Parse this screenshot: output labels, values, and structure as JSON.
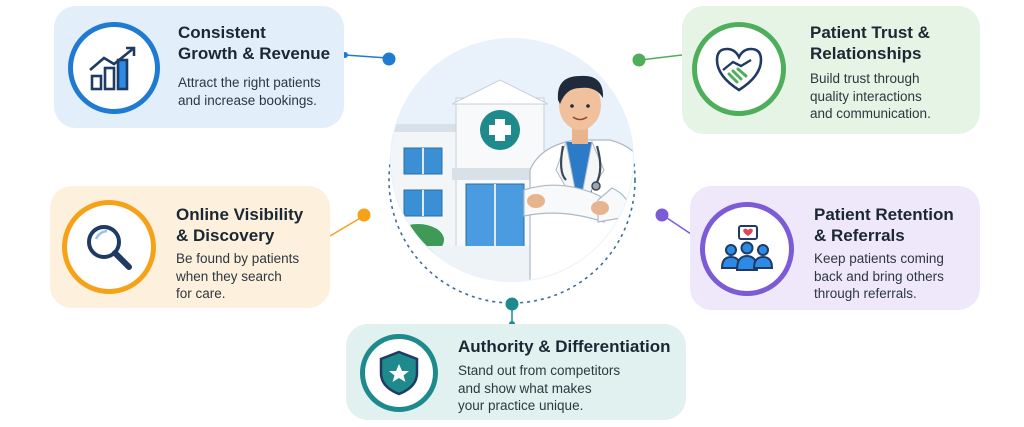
{
  "cards": {
    "growth": {
      "title": [
        "Consistent",
        "Growth & Revenue"
      ],
      "desc": [
        "Attract the right patients",
        "and increase bookings."
      ],
      "icon": "growth-chart-icon",
      "color": "#1f7ad1"
    },
    "visibility": {
      "title": [
        "Online Visibility",
        "& Discovery"
      ],
      "desc": [
        "Be found by patients",
        "when they search",
        "for care."
      ],
      "icon": "magnifier-icon",
      "color": "#f5a219"
    },
    "authority": {
      "title": [
        "Authority & Differentiation"
      ],
      "desc": [
        "Stand out from competitors",
        "and show what makes",
        "your practice unique."
      ],
      "icon": "shield-star-icon",
      "color": "#1e8a8c"
    },
    "trust": {
      "title": [
        "Patient Trust &",
        "Relationships"
      ],
      "desc": [
        "Build trust through",
        "quality interactions",
        "and communication."
      ],
      "icon": "heart-handshake-icon",
      "color": "#4fae5c"
    },
    "retention": {
      "title": [
        "Patient Retention",
        "& Referrals"
      ],
      "desc": [
        "Keep patients coming",
        "back and bring others",
        "through referrals."
      ],
      "icon": "group-heart-icon",
      "color": "#7c5bd6"
    }
  },
  "center": {
    "illustration": "hospital-doctor-illustration",
    "accent": "#1e8a8c"
  }
}
